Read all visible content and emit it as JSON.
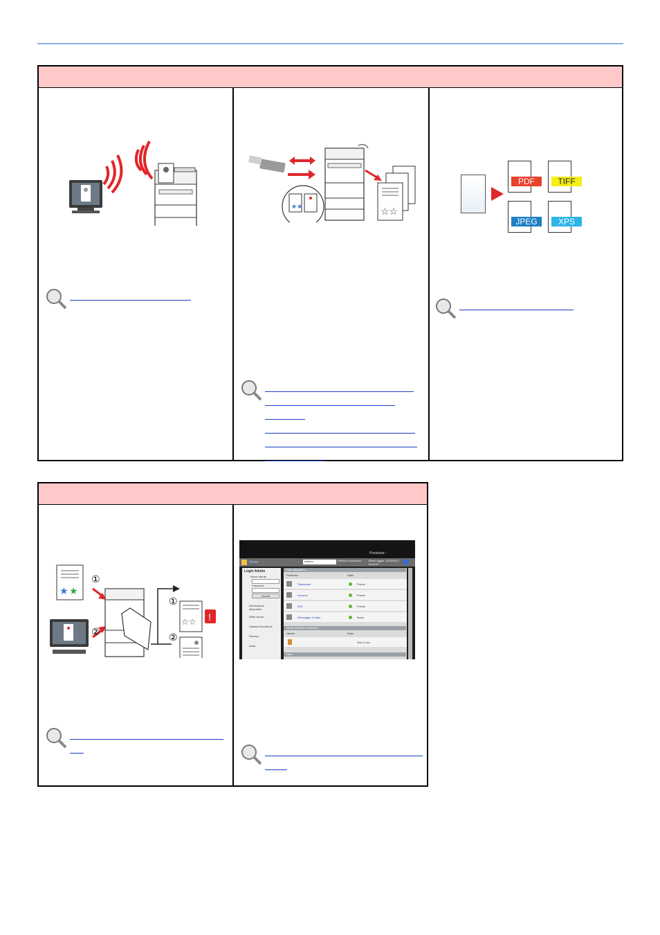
{
  "formats": {
    "pdf": {
      "label": "PDF",
      "color": "#e8412c",
      "text": "#ffffff"
    },
    "tiff": {
      "label": "TIFF",
      "color": "#f6ee17",
      "text": "#222222"
    },
    "jpeg": {
      "label": "JPEG",
      "color": "#1e7fc6",
      "text": "#ffffff"
    },
    "xps": {
      "label": "XPS",
      "color": "#2cb6e6",
      "text": "#ffffff"
    }
  },
  "steps": {
    "one": "①",
    "two": "②"
  },
  "screenshot": {
    "home_label": "Home",
    "language": "Italiano",
    "refresh": "Refresh automatico",
    "last_update": "Ultimo aggior. 2019/05/17 18:40:51",
    "position": "Posizione :",
    "login_title": "Login Admin",
    "name_label": "Nome utente",
    "password_label": "Password",
    "login_button": "Accedi",
    "side_items": [
      "Informazioni dispositivo",
      "Stato lavoro",
      "Casella Documenti",
      "Rubrica",
      "Links"
    ],
    "section_device": "Stato dispositivo",
    "col_pref": "Periferica",
    "col_state": "Stato",
    "device_rows": [
      {
        "name": "Stampante",
        "state": "Pronto"
      },
      {
        "name": "Scanner",
        "state": "Pronto"
      },
      {
        "name": "FAX",
        "state": "Pronto"
      },
      {
        "name": "Messaggio di stato",
        "state": "Bassi"
      }
    ],
    "section_user": "Utente presente connesso",
    "col_user": "Utente",
    "user_state": "Non in uso",
    "section_tray": "Carta"
  },
  "colors": {
    "header_bg": "#ffc9c9",
    "link": "#1a3cc8",
    "arrow": "#e0262a",
    "rule": "#8cb0e6"
  }
}
